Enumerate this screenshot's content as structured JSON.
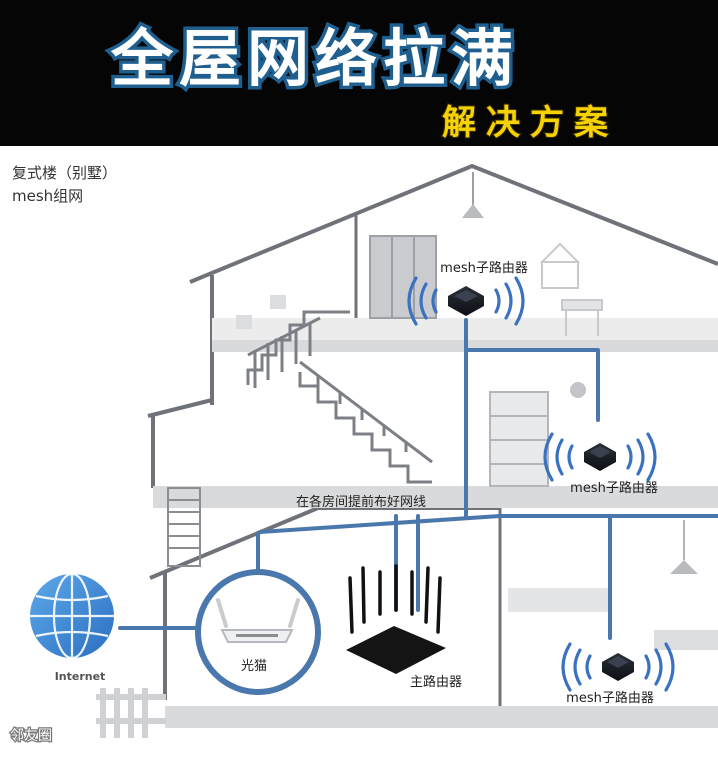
{
  "header": {
    "title": "全屋网络拉满",
    "subtitle": "解决方案"
  },
  "diagram": {
    "house_type": "复式楼（别墅）",
    "network_type": "mesh组网",
    "wiring_note": "在各房间提前布好网线",
    "internet_label": "Internet",
    "modem_label": "光猫",
    "main_router_label": "主路由器",
    "mesh_node_top_label": "mesh子路由器",
    "mesh_node_mid_label": "mesh子路由器",
    "mesh_node_bottom_label": "mesh子路由器",
    "watermark": "邻友圈"
  },
  "colors": {
    "header_bg": "#050505",
    "title_fill": "#ffffff",
    "title_stroke": "#1f5f8f",
    "subtitle_fill": "#f5d200",
    "cable": "#4a78ad",
    "wall": "#6f7379",
    "floor": "#d9dadc",
    "signal": "#3a72c0",
    "globe": "#3a86d6"
  }
}
